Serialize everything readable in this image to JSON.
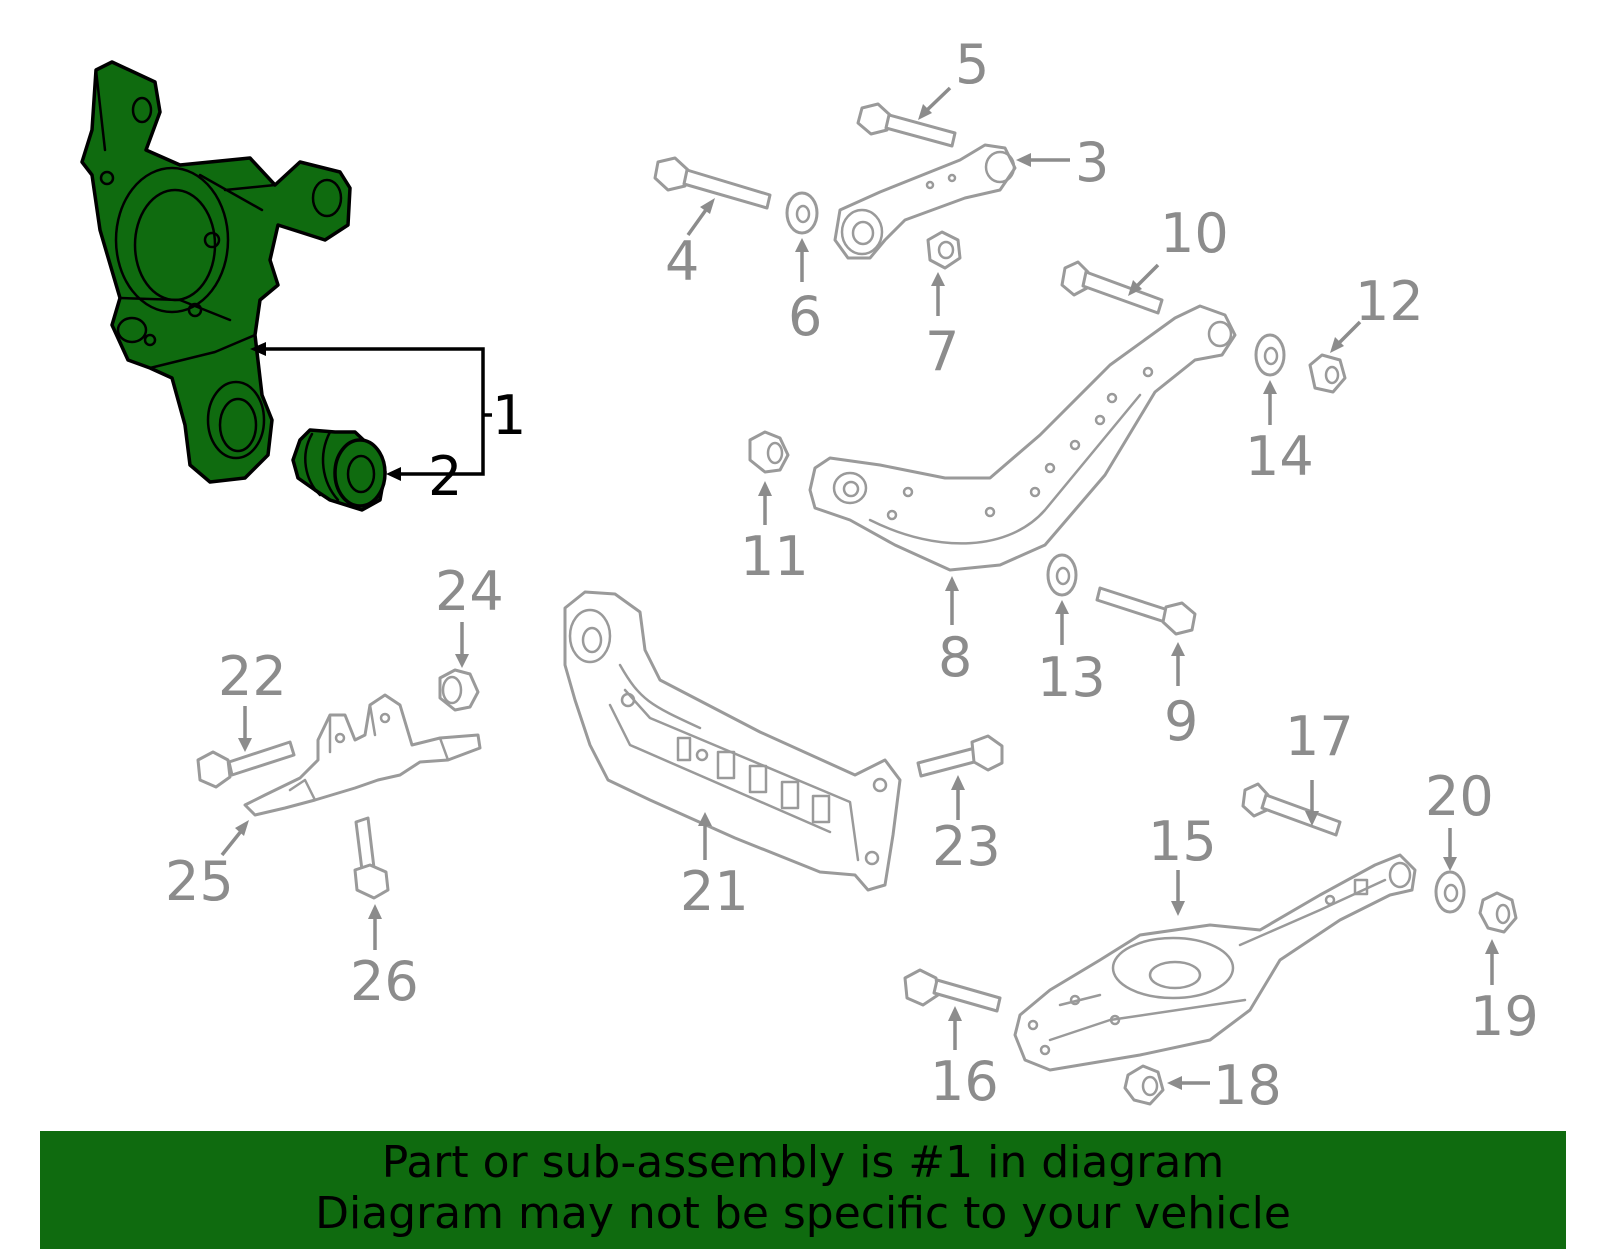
{
  "callouts": {
    "c1": "1",
    "c2": "2",
    "c3": "3",
    "c4": "4",
    "c5": "5",
    "c6": "6",
    "c7": "7",
    "c8": "8",
    "c9": "9",
    "c10": "10",
    "c11": "11",
    "c12": "12",
    "c13": "13",
    "c14": "14",
    "c15": "15",
    "c16": "16",
    "c17": "17",
    "c18": "18",
    "c19": "19",
    "c20": "20",
    "c21": "21",
    "c22": "22",
    "c23": "23",
    "c24": "24",
    "c25": "25",
    "c26": "26"
  },
  "highlighted_part": "1",
  "colors": {
    "highlight": "#0f6b0f",
    "parts_outline": "#9a9a9a",
    "callout_text": "#8c8c8c"
  },
  "banner": {
    "line1": "Part or sub-assembly is #1 in diagram",
    "line2": "Diagram may not be specific to your vehicle"
  }
}
